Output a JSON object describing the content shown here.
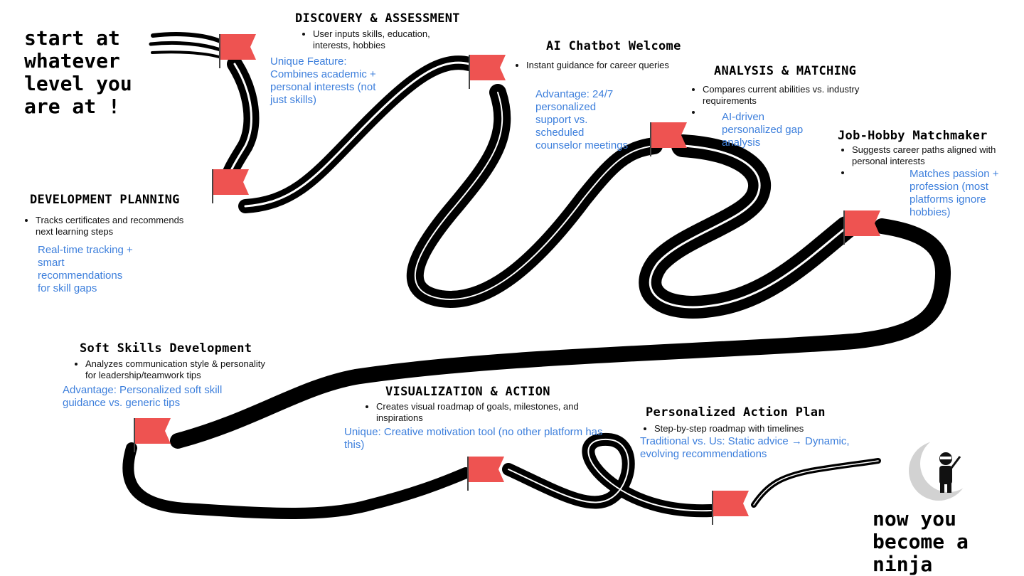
{
  "intro": {
    "line1": "start at",
    "line2": "whatever",
    "line3": "level you",
    "line4": "are at !"
  },
  "outro": {
    "line1": "now you",
    "line2": "become a",
    "line3": "ninja"
  },
  "stages": {
    "discovery": {
      "title": "DISCOVERY & ASSESSMENT",
      "bullet": "User inputs skills, education, interests, hobbies",
      "note": "Unique Feature: Combines academic + personal interests (not just skills)"
    },
    "chatbot": {
      "title": "AI Chatbot Welcome",
      "bullet": "Instant guidance for career queries",
      "note": "Advantage: 24/7 personalized support vs. scheduled counselor meetings"
    },
    "analysis": {
      "title": "ANALYSIS & MATCHING",
      "bullet": "Compares current abilities vs. industry requirements",
      "note": "AI-driven personalized gap analysis"
    },
    "matchmaker": {
      "title": "Job-Hobby Matchmaker",
      "bullet": "Suggests career paths aligned with personal interests",
      "note": "Matches passion + profession (most platforms ignore hobbies)"
    },
    "development": {
      "title": "DEVELOPMENT PLANNING",
      "bullet": "Tracks certificates and recommends next learning steps",
      "note": "Real-time tracking + smart recommendations for skill gaps"
    },
    "softskills": {
      "title": "Soft Skills Development",
      "bullet": "Analyzes communication style & personality for leadership/teamwork tips",
      "note": "Advantage: Personalized soft skill guidance vs. generic tips"
    },
    "visualization": {
      "title": "VISUALIZATION & ACTION",
      "bullet": "Creates visual roadmap of goals, milestones, and inspirations",
      "note": "Unique: Creative motivation tool (no other platform has this)"
    },
    "actionplan": {
      "title": "Personalized Action Plan",
      "bullet": "Step-by-step roadmap with timelines",
      "note": "Traditional vs. Us: Static advice → Dynamic, evolving recommendations"
    }
  },
  "colors": {
    "flag": "#ee5351",
    "note": "#3d7fdc",
    "road": "#000000"
  },
  "icons": [
    "flag-icon",
    "ninja-moon-icon"
  ]
}
